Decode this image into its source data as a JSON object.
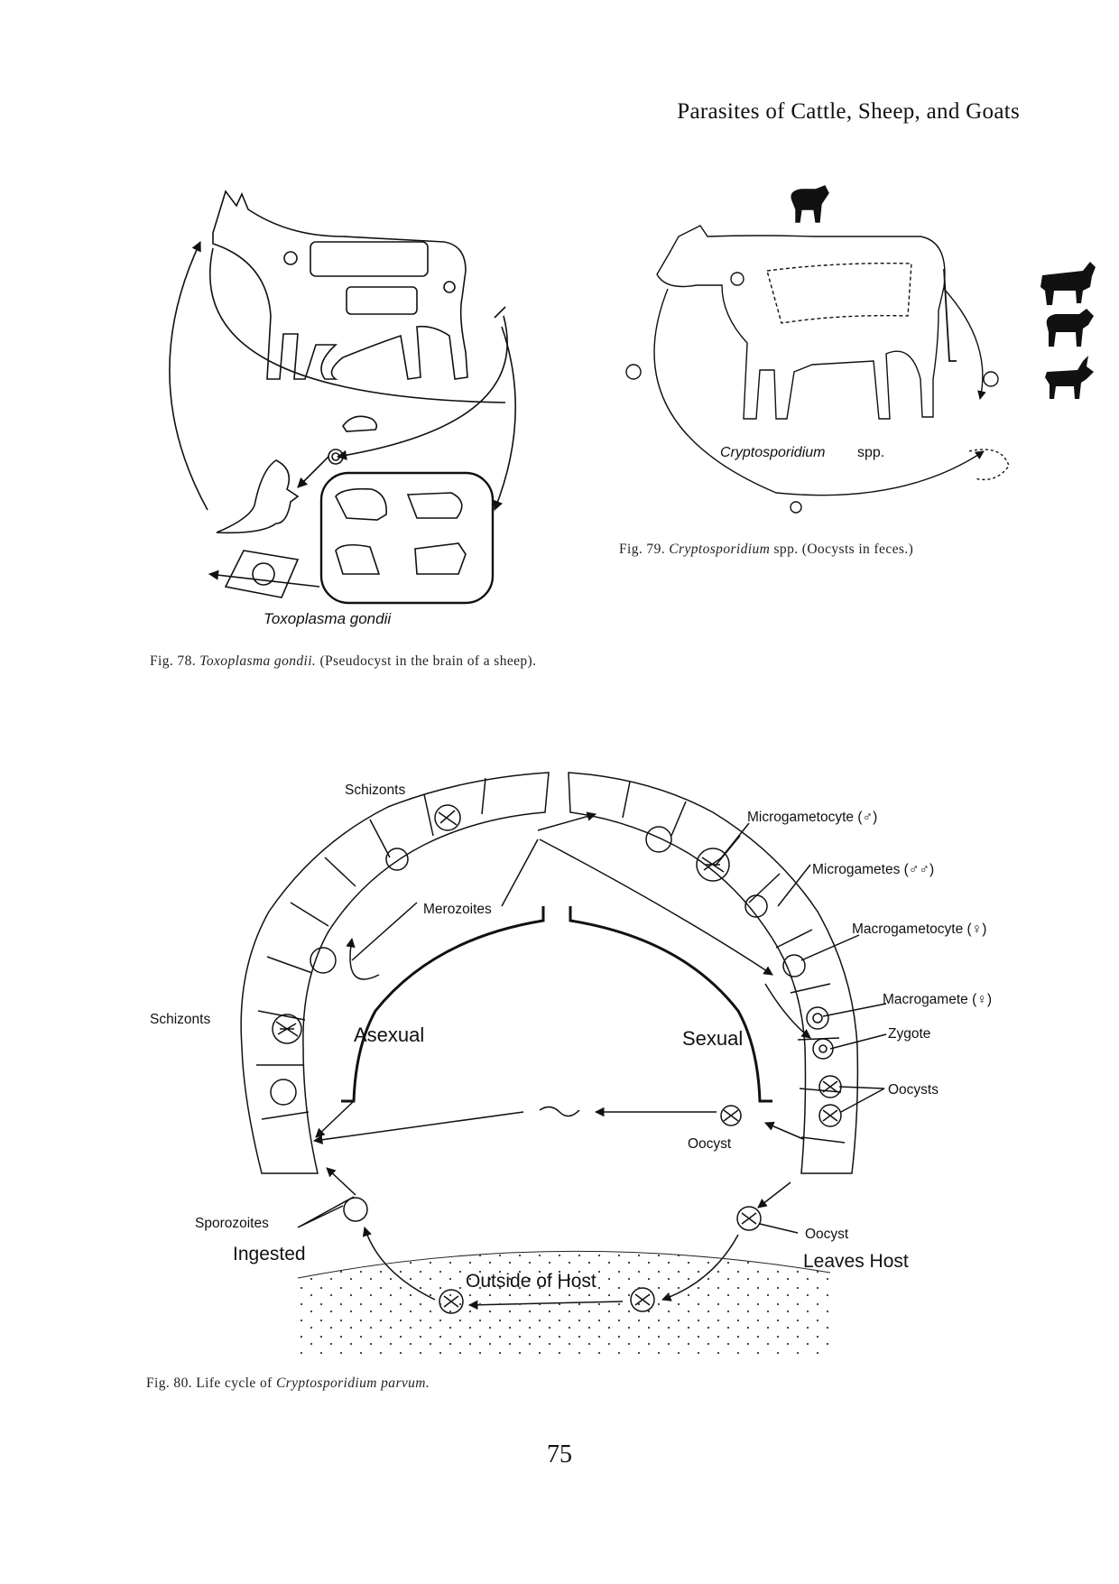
{
  "running_head": "Parasites of Cattle, Sheep, and Goats",
  "page_number": "75",
  "side_icons": [
    "cow-silhouette-icon",
    "sheep-silhouette-icon",
    "goat-silhouette-icon"
  ],
  "fig78": {
    "label": "Toxoplasma gondii",
    "caption_prefix": "Fig. 78. ",
    "caption_italic": "Toxoplasma gondii.",
    "caption_rest": " (Pseudocyst in the brain of a sheep)."
  },
  "fig79": {
    "label_italic": "Cryptosporidium",
    "label_rest": "spp.",
    "caption_prefix": "Fig. 79. ",
    "caption_italic": "Cryptosporidium",
    "caption_rest": " spp. (Oocysts in feces.)"
  },
  "fig80": {
    "caption_prefix": "Fig. 80. Life cycle of ",
    "caption_italic": "Cryptosporidium parvum.",
    "labels": {
      "schizonts_top": "Schizonts",
      "schizonts_left": "Schizonts",
      "merozoites": "Merozoites",
      "microgametocyte": "Microgametocyte (♂)",
      "microgametes": "Microgametes (♂♂)",
      "macrogametocyte": "Macrogametocyte (♀)",
      "macrogamete": "Macrogamete (♀)",
      "zygote": "Zygote",
      "oocysts": "Oocysts",
      "oocyst_center": "Oocyst",
      "oocyst_right": "Oocyst",
      "asexual": "Asexual",
      "sexual": "Sexual",
      "sporozoites": "Sporozoites",
      "ingested": "Ingested",
      "leaves_host": "Leaves Host",
      "outside_of_host": "Outside of Host"
    }
  }
}
